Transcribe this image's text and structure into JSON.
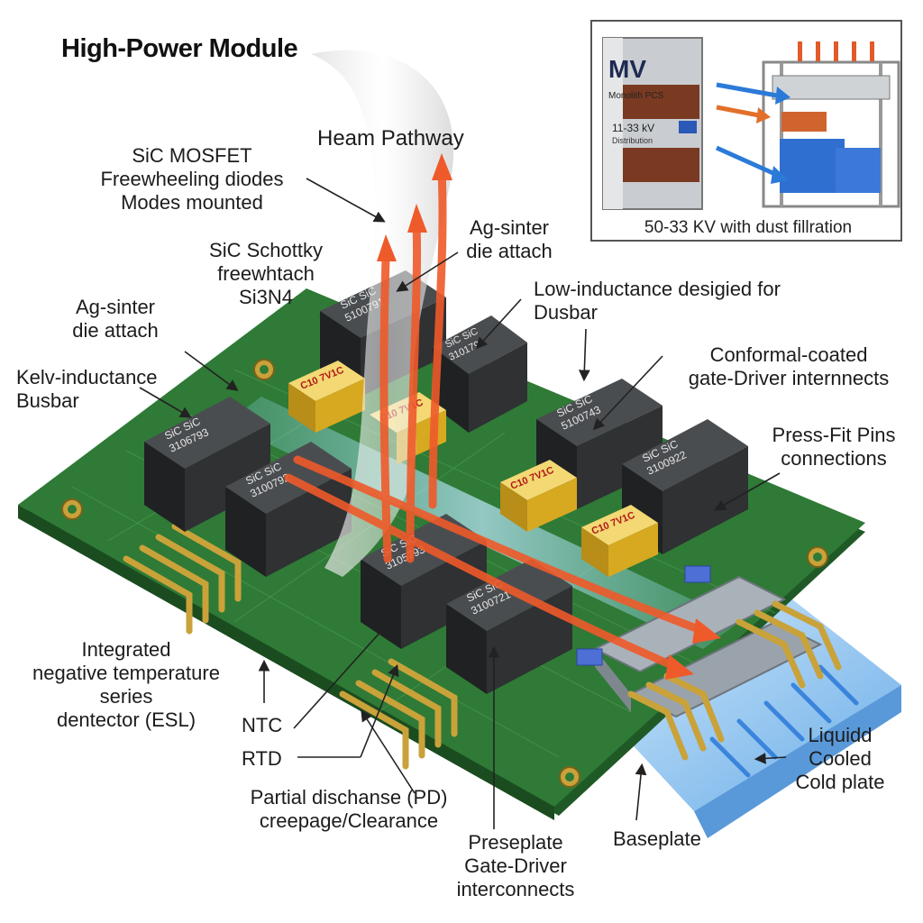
{
  "title": "High-Power Module",
  "colors": {
    "pcb": "#2f7a36",
    "chip": "#2f3133",
    "capacitor": "#e9c23d",
    "heat_arrow": "#ef5a2a",
    "coolant": "#4aa3e8",
    "busbar": "#a9b0b6",
    "pins": "#c9a23a"
  },
  "inset": {
    "label_mv": "MV",
    "label_pcs": "Monolith PCS",
    "label_range": "11-33 kV",
    "label_sub": "Distribution",
    "caption": "50-33 KV  with dust fillration"
  },
  "chips": [
    {
      "top": "SiC  SiC",
      "code": "3106793"
    },
    {
      "top": "SiC  SiC",
      "code": "3100792"
    },
    {
      "top": "SiC  SiC",
      "code": "3105793"
    },
    {
      "top": "SiC  SiC",
      "code": "3100721"
    },
    {
      "top": "SiC  SiC",
      "code": "5100791"
    },
    {
      "top": "SiC  SiC",
      "code": "5100743"
    },
    {
      "top": "SiC  SiC",
      "code": "3100922"
    },
    {
      "top": "SiC  SiC",
      "code": "3101791"
    }
  ],
  "capacitors": [
    {
      "text": "C10 7V1C"
    },
    {
      "text": "C10 7V1C"
    },
    {
      "text": "C10 7V1C"
    },
    {
      "text": "C10 7V1C"
    }
  ],
  "labels": {
    "heam_pathway": "Heam Pathway",
    "sic_mosfet": [
      "SiC MOSFET",
      "Freewheeling diodes",
      "Modes mounted"
    ],
    "ag_sinter_right": [
      "Ag-sinter",
      "die attach"
    ],
    "sic_schottky": [
      "SiC Schottky",
      "freewhtach",
      "Si3N4"
    ],
    "ag_sinter_left": [
      "Ag-sinter",
      "die attach"
    ],
    "low_inductance": [
      "Low-inductance desigied for",
      "Dusbar"
    ],
    "kelv_inductance": [
      "Kelv-inductance",
      "Busbar"
    ],
    "conformal": [
      "Conformal-coated",
      "gate-Driver internnects"
    ],
    "press_fit": [
      "Press-Fit Pins",
      "connections"
    ],
    "integrated": [
      "Integrated",
      "negative temperature",
      "series",
      "dentector (ESL)"
    ],
    "ntc": "NTC",
    "rtd": "RTD",
    "partial": [
      "Partial dischanse (PD)",
      "creepage/Clearance"
    ],
    "preseplate": [
      "Preseplate",
      "Gate-Driver",
      "interconnects"
    ],
    "baseplate": "Baseplate",
    "liquid": [
      "Liquidd",
      "Cooled",
      "Cold plate"
    ]
  }
}
